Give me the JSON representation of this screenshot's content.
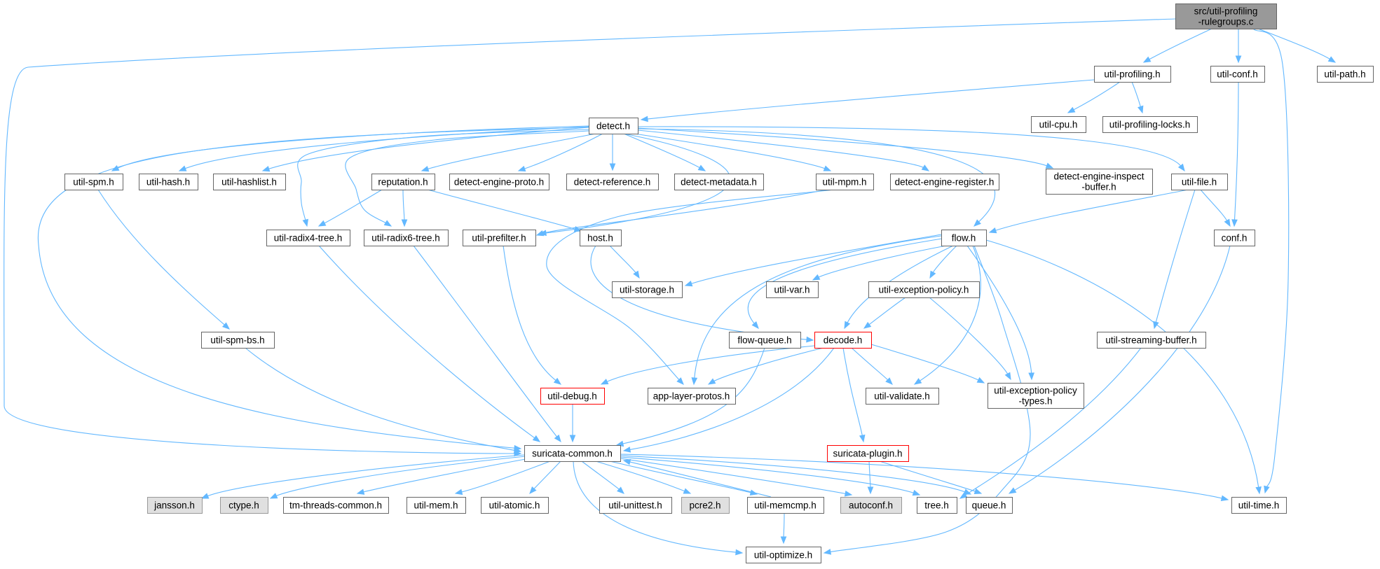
{
  "diagram": {
    "colors": {
      "edge": "#63b8ff",
      "node_border": "#666666",
      "node_fill": "#ffffff",
      "root_fill": "#999999",
      "root_border": "#666666",
      "external_fill": "#e0e0e0",
      "external_border": "#999999",
      "truncated_border": "#ff0000"
    },
    "nodes": [
      {
        "id": "root",
        "lines": [
          "src/util-profiling",
          "-rulegroups.c"
        ],
        "style": "root"
      },
      {
        "id": "util-profiling",
        "lines": [
          "util-profiling.h"
        ],
        "style": "normal"
      },
      {
        "id": "util-conf",
        "lines": [
          "util-conf.h"
        ],
        "style": "normal"
      },
      {
        "id": "util-path",
        "lines": [
          "util-path.h"
        ],
        "style": "normal"
      },
      {
        "id": "util-cpu",
        "lines": [
          "util-cpu.h"
        ],
        "style": "normal"
      },
      {
        "id": "util-profiling-locks",
        "lines": [
          "util-profiling-locks.h"
        ],
        "style": "normal"
      },
      {
        "id": "detect",
        "lines": [
          "detect.h"
        ],
        "style": "normal"
      },
      {
        "id": "util-spm",
        "lines": [
          "util-spm.h"
        ],
        "style": "normal"
      },
      {
        "id": "util-hash",
        "lines": [
          "util-hash.h"
        ],
        "style": "normal"
      },
      {
        "id": "util-hashlist",
        "lines": [
          "util-hashlist.h"
        ],
        "style": "normal"
      },
      {
        "id": "reputation",
        "lines": [
          "reputation.h"
        ],
        "style": "normal"
      },
      {
        "id": "detect-engine-proto",
        "lines": [
          "detect-engine-proto.h"
        ],
        "style": "normal"
      },
      {
        "id": "detect-reference",
        "lines": [
          "detect-reference.h"
        ],
        "style": "normal"
      },
      {
        "id": "detect-metadata",
        "lines": [
          "detect-metadata.h"
        ],
        "style": "normal"
      },
      {
        "id": "util-mpm",
        "lines": [
          "util-mpm.h"
        ],
        "style": "normal"
      },
      {
        "id": "detect-engine-register",
        "lines": [
          "detect-engine-register.h"
        ],
        "style": "normal"
      },
      {
        "id": "detect-engine-inspect-buffer",
        "lines": [
          "detect-engine-inspect",
          "-buffer.h"
        ],
        "style": "normal"
      },
      {
        "id": "util-file",
        "lines": [
          "util-file.h"
        ],
        "style": "normal"
      },
      {
        "id": "util-radix4-tree",
        "lines": [
          "util-radix4-tree.h"
        ],
        "style": "normal"
      },
      {
        "id": "util-radix6-tree",
        "lines": [
          "util-radix6-tree.h"
        ],
        "style": "normal"
      },
      {
        "id": "util-prefilter",
        "lines": [
          "util-prefilter.h"
        ],
        "style": "normal"
      },
      {
        "id": "host",
        "lines": [
          "host.h"
        ],
        "style": "normal"
      },
      {
        "id": "flow",
        "lines": [
          "flow.h"
        ],
        "style": "normal"
      },
      {
        "id": "conf",
        "lines": [
          "conf.h"
        ],
        "style": "normal"
      },
      {
        "id": "util-storage",
        "lines": [
          "util-storage.h"
        ],
        "style": "normal"
      },
      {
        "id": "util-var",
        "lines": [
          "util-var.h"
        ],
        "style": "normal"
      },
      {
        "id": "util-exception-policy",
        "lines": [
          "util-exception-policy.h"
        ],
        "style": "normal"
      },
      {
        "id": "util-spm-bs",
        "lines": [
          "util-spm-bs.h"
        ],
        "style": "normal"
      },
      {
        "id": "flow-queue",
        "lines": [
          "flow-queue.h"
        ],
        "style": "normal"
      },
      {
        "id": "decode",
        "lines": [
          "decode.h"
        ],
        "style": "truncated"
      },
      {
        "id": "util-streaming-buffer",
        "lines": [
          "util-streaming-buffer.h"
        ],
        "style": "normal"
      },
      {
        "id": "util-debug",
        "lines": [
          "util-debug.h"
        ],
        "style": "truncated"
      },
      {
        "id": "app-layer-protos",
        "lines": [
          "app-layer-protos.h"
        ],
        "style": "normal"
      },
      {
        "id": "util-validate",
        "lines": [
          "util-validate.h"
        ],
        "style": "normal"
      },
      {
        "id": "util-exception-policy-types",
        "lines": [
          "util-exception-policy",
          "-types.h"
        ],
        "style": "normal"
      },
      {
        "id": "suricata-common",
        "lines": [
          "suricata-common.h"
        ],
        "style": "normal"
      },
      {
        "id": "suricata-plugin",
        "lines": [
          "suricata-plugin.h"
        ],
        "style": "truncated"
      },
      {
        "id": "jansson",
        "lines": [
          "jansson.h"
        ],
        "style": "external"
      },
      {
        "id": "ctype",
        "lines": [
          "ctype.h"
        ],
        "style": "external"
      },
      {
        "id": "tm-threads-common",
        "lines": [
          "tm-threads-common.h"
        ],
        "style": "normal"
      },
      {
        "id": "util-mem",
        "lines": [
          "util-mem.h"
        ],
        "style": "normal"
      },
      {
        "id": "util-atomic",
        "lines": [
          "util-atomic.h"
        ],
        "style": "normal"
      },
      {
        "id": "util-unittest",
        "lines": [
          "util-unittest.h"
        ],
        "style": "normal"
      },
      {
        "id": "pcre2",
        "lines": [
          "pcre2.h"
        ],
        "style": "external"
      },
      {
        "id": "util-memcmp",
        "lines": [
          "util-memcmp.h"
        ],
        "style": "normal"
      },
      {
        "id": "autoconf",
        "lines": [
          "autoconf.h"
        ],
        "style": "external"
      },
      {
        "id": "tree",
        "lines": [
          "tree.h"
        ],
        "style": "normal"
      },
      {
        "id": "queue",
        "lines": [
          "queue.h"
        ],
        "style": "normal"
      },
      {
        "id": "util-time",
        "lines": [
          "util-time.h"
        ],
        "style": "normal"
      },
      {
        "id": "util-optimize",
        "lines": [
          "util-optimize.h"
        ],
        "style": "normal"
      }
    ],
    "edges": [
      [
        "root",
        "util-profiling"
      ],
      [
        "root",
        "util-conf"
      ],
      [
        "root",
        "util-path"
      ],
      [
        "root",
        "util-time"
      ],
      [
        "root",
        "suricata-common"
      ],
      [
        "util-profiling",
        "detect"
      ],
      [
        "util-profiling",
        "util-cpu"
      ],
      [
        "util-profiling",
        "util-profiling-locks"
      ],
      [
        "util-conf",
        "conf"
      ],
      [
        "detect",
        "util-spm"
      ],
      [
        "detect",
        "util-hash"
      ],
      [
        "detect",
        "util-hashlist"
      ],
      [
        "detect",
        "reputation"
      ],
      [
        "detect",
        "detect-engine-proto"
      ],
      [
        "detect",
        "detect-reference"
      ],
      [
        "detect",
        "detect-metadata"
      ],
      [
        "detect",
        "util-mpm"
      ],
      [
        "detect",
        "detect-engine-register"
      ],
      [
        "detect",
        "detect-engine-inspect-buffer"
      ],
      [
        "detect",
        "util-file"
      ],
      [
        "detect",
        "util-radix4-tree"
      ],
      [
        "detect",
        "util-radix6-tree"
      ],
      [
        "detect",
        "util-prefilter"
      ],
      [
        "detect",
        "flow"
      ],
      [
        "detect",
        "suricata-common"
      ],
      [
        "util-spm",
        "util-spm-bs"
      ],
      [
        "reputation",
        "util-radix4-tree"
      ],
      [
        "reputation",
        "util-radix6-tree"
      ],
      [
        "reputation",
        "host"
      ],
      [
        "util-mpm",
        "util-prefilter"
      ],
      [
        "util-mpm",
        "app-layer-protos"
      ],
      [
        "util-file",
        "flow"
      ],
      [
        "util-file",
        "conf"
      ],
      [
        "util-file",
        "util-streaming-buffer"
      ],
      [
        "util-radix4-tree",
        "suricata-common"
      ],
      [
        "util-radix6-tree",
        "suricata-common"
      ],
      [
        "util-prefilter",
        "util-debug"
      ],
      [
        "host",
        "util-storage"
      ],
      [
        "host",
        "decode"
      ],
      [
        "flow",
        "util-storage"
      ],
      [
        "flow",
        "util-var"
      ],
      [
        "flow",
        "util-exception-policy"
      ],
      [
        "flow",
        "decode"
      ],
      [
        "flow",
        "flow-queue"
      ],
      [
        "flow",
        "app-layer-protos"
      ],
      [
        "flow",
        "util-validate"
      ],
      [
        "flow",
        "util-exception-policy-types"
      ],
      [
        "flow",
        "util-time"
      ],
      [
        "flow",
        "util-optimize"
      ],
      [
        "conf",
        "queue"
      ],
      [
        "util-exception-policy",
        "decode"
      ],
      [
        "util-exception-policy",
        "util-exception-policy-types"
      ],
      [
        "util-spm-bs",
        "suricata-common"
      ],
      [
        "flow-queue",
        "suricata-common"
      ],
      [
        "decode",
        "util-debug"
      ],
      [
        "decode",
        "app-layer-protos"
      ],
      [
        "decode",
        "util-validate"
      ],
      [
        "decode",
        "util-exception-policy-types"
      ],
      [
        "decode",
        "suricata-plugin"
      ],
      [
        "decode",
        "suricata-common"
      ],
      [
        "util-streaming-buffer",
        "tree"
      ],
      [
        "util-debug",
        "suricata-common"
      ],
      [
        "suricata-common",
        "jansson"
      ],
      [
        "suricata-common",
        "ctype"
      ],
      [
        "suricata-common",
        "tm-threads-common"
      ],
      [
        "suricata-common",
        "util-mem"
      ],
      [
        "suricata-common",
        "util-atomic"
      ],
      [
        "suricata-common",
        "util-unittest"
      ],
      [
        "suricata-common",
        "pcre2"
      ],
      [
        "suricata-common",
        "util-memcmp"
      ],
      [
        "suricata-common",
        "autoconf"
      ],
      [
        "suricata-common",
        "tree"
      ],
      [
        "suricata-common",
        "queue"
      ],
      [
        "suricata-common",
        "util-time"
      ],
      [
        "suricata-common",
        "util-optimize"
      ],
      [
        "util-memcmp",
        "suricata-common"
      ],
      [
        "util-memcmp",
        "util-optimize"
      ],
      [
        "suricata-plugin",
        "autoconf"
      ],
      [
        "suricata-plugin",
        "queue"
      ]
    ]
  }
}
